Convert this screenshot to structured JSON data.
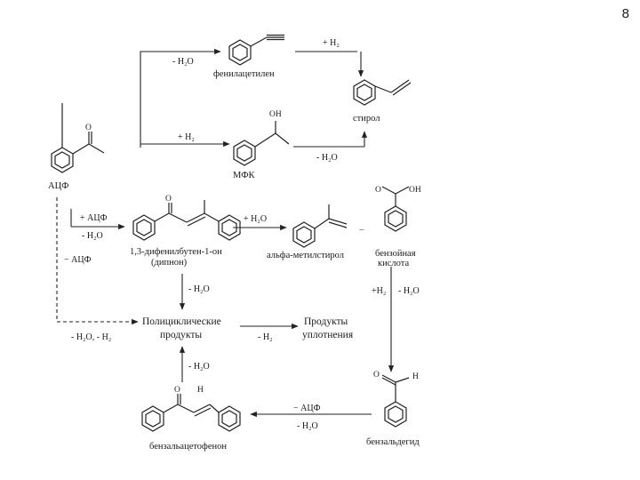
{
  "slide": {
    "number": "8"
  },
  "compounds": {
    "apf": "АЦФ",
    "phenylacetylene": "фенилацетилен",
    "styrene": "стирол",
    "mfk": "МФК",
    "dypnone": "1,3-дифенилбутен-1-он",
    "dypnone_alt": "(дипнон)",
    "alpha_methylstyrene": "альфа-метилстирол",
    "benzoic_acid": "бензойная",
    "benzoic_acid_2": "кислота",
    "polycyclic": "Полициклические",
    "polycyclic_2": "продукты",
    "condensation": "Продукты",
    "condensation_2": "уплотнения",
    "benzaldehyde": "бензальдегид",
    "benzalacetophenone": "бензальацетофенон"
  },
  "conditions": {
    "c_minus_h2o_top": "- H₂O",
    "c_plus_h2_top": "+ H₂",
    "c_plus_h2_mid": "+ H₂",
    "c_minus_h2o_mfk": "- H₂O",
    "c_plus_apf": "+ АЦФ",
    "c_minus_h2o_apf": "- H₂O",
    "c_minus_apf": "− АЦФ",
    "c_plus_h2o": "+ H₂O",
    "c_minus": "−",
    "c_minus_h2o_dyp": "- H₂O",
    "c_plus_h2_acid": "+H₂",
    "c_minus_h2o_acid": "- H₂O",
    "c_minus_h2o_h2": "- H₂O, - H₂",
    "c_minus_h2_poly": "- H₂",
    "c_minus_h2o_bzap": "- H₂O",
    "c_minus_apf_bot": "− АЦФ",
    "c_minus_h2o_bot": "- H₂O"
  },
  "atoms": {
    "o_apf": "O",
    "oh_mfk": "OH",
    "o_dyp": "O",
    "o_acid": "O",
    "oh_acid": "OH",
    "o_ald": "O",
    "h_ald": "H",
    "o_bzap": "O",
    "h_bzap": "H"
  }
}
